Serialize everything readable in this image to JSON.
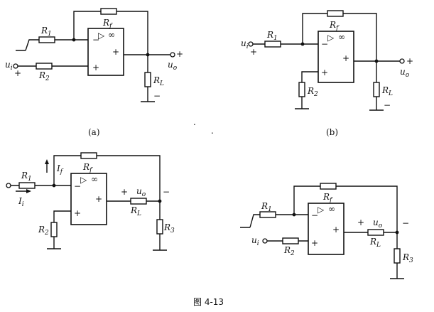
{
  "figure": {
    "caption": "图 4-13",
    "stray_dot": "."
  },
  "labels": {
    "R": "R",
    "sub_1": "1",
    "sub_2": "2",
    "sub_3": "3",
    "sub_f": "f",
    "sub_L": "L",
    "sub_i": "i",
    "sub_o": "o",
    "u": "u",
    "I": "I",
    "plus": "+",
    "minus": "−",
    "infinity": "∞",
    "triangle": "▷"
  },
  "circuits": [
    {
      "id": "a",
      "caption": "(a)"
    },
    {
      "id": "b",
      "caption": "(b)"
    },
    {
      "id": "c",
      "caption": ""
    },
    {
      "id": "d",
      "caption": ""
    }
  ]
}
